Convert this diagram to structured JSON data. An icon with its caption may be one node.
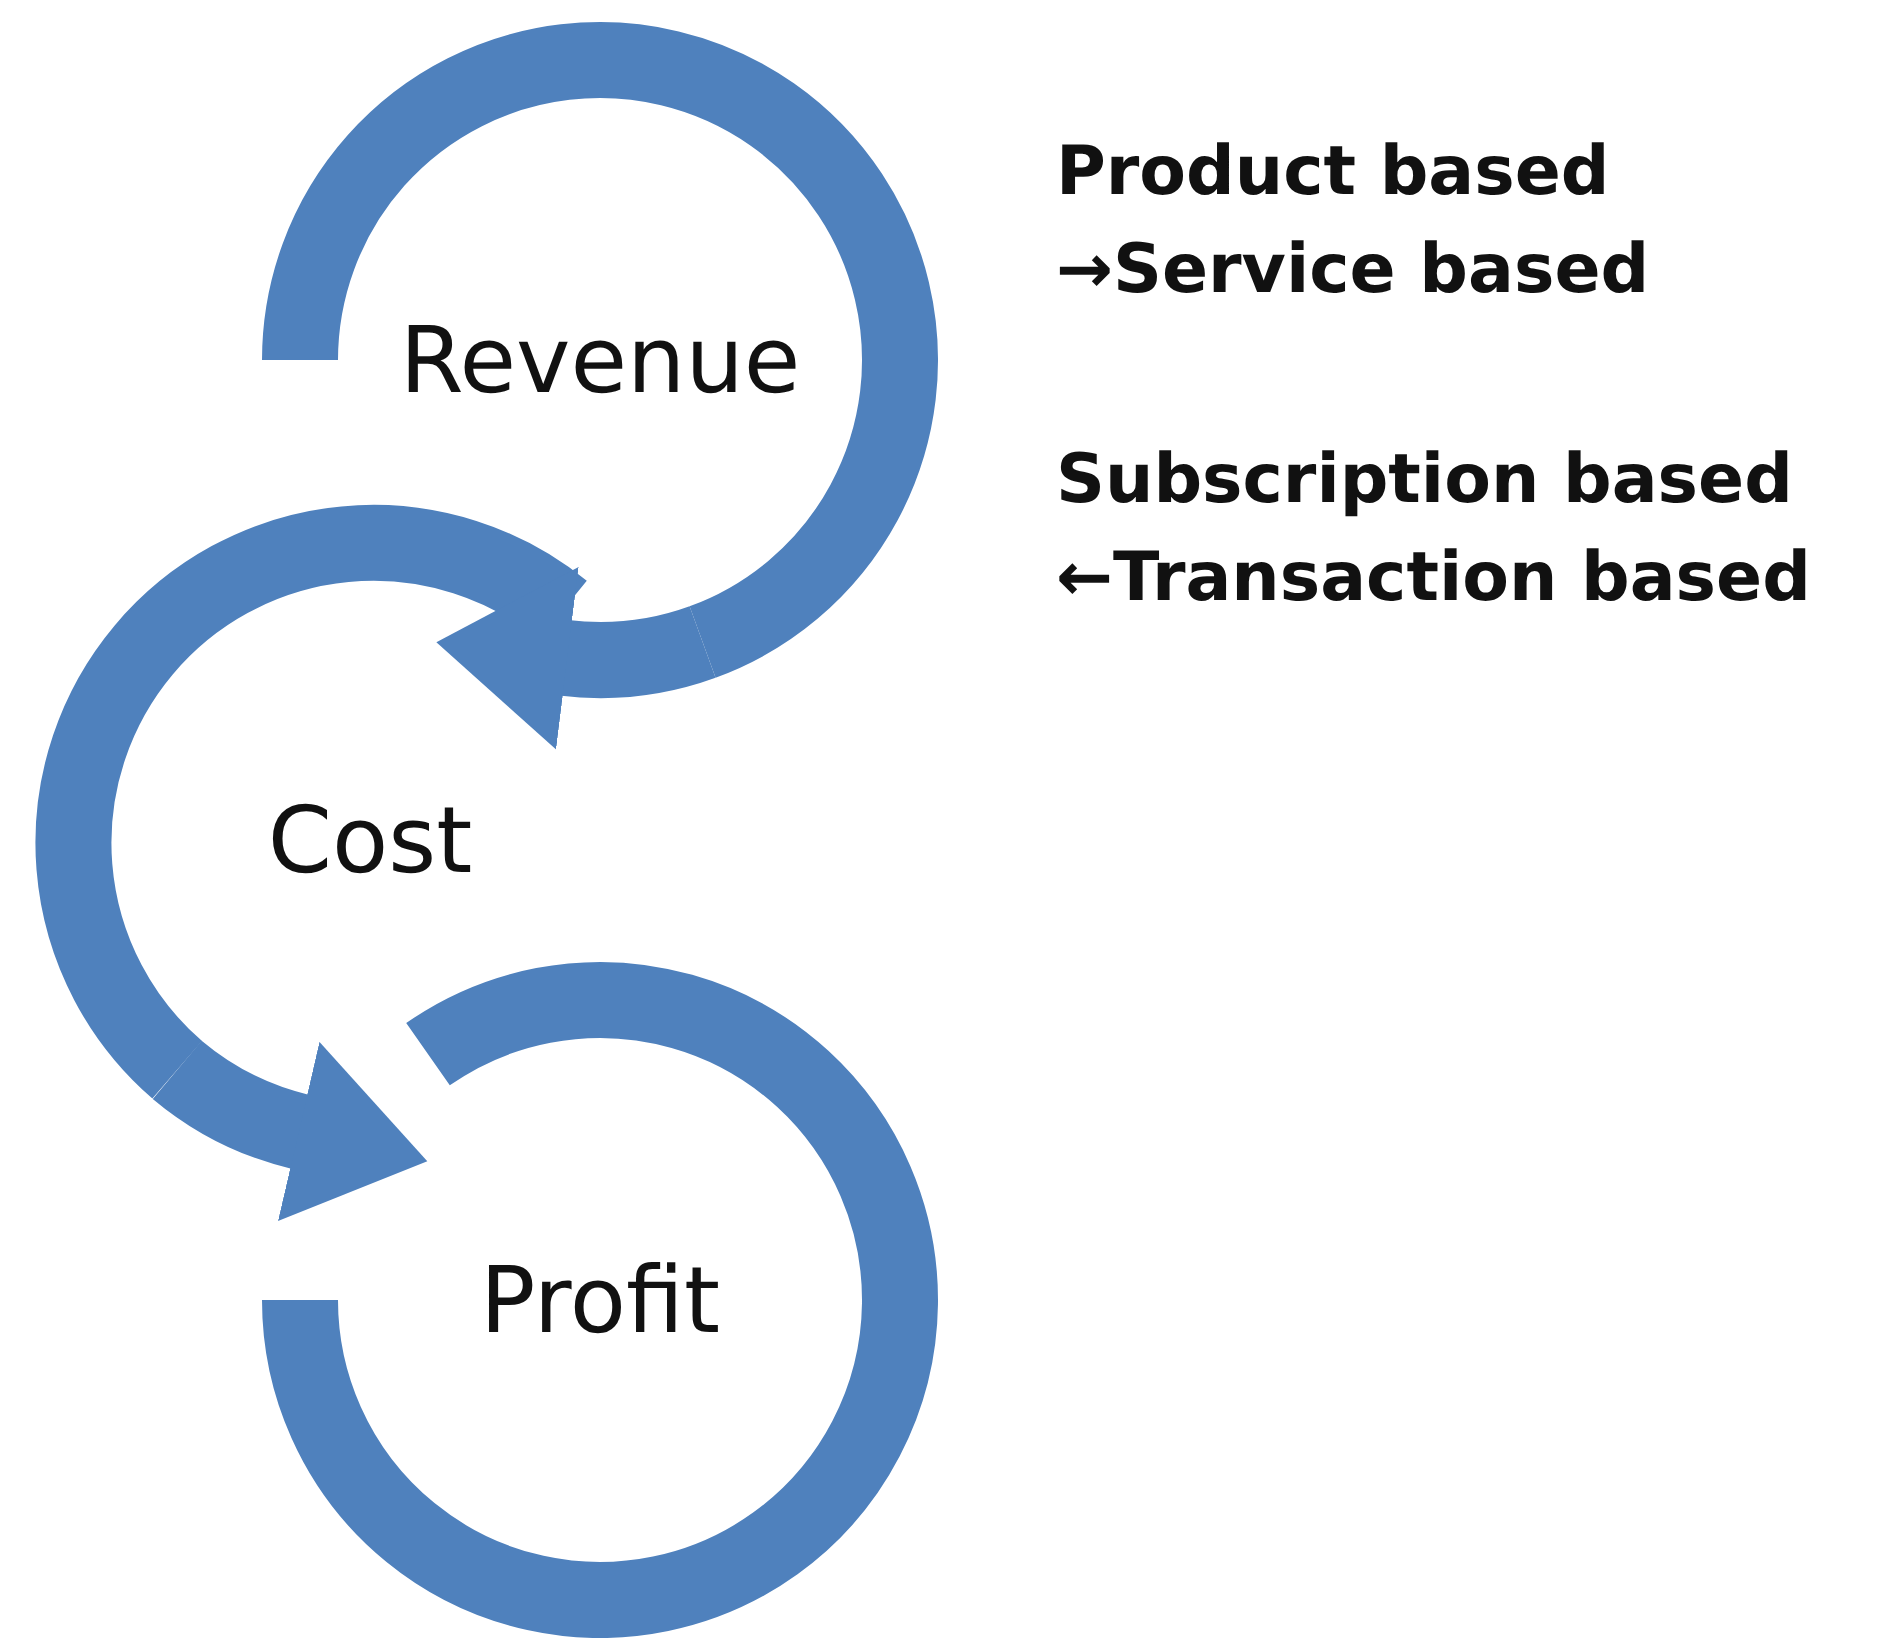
{
  "diagram": {
    "nodes": [
      {
        "text": [
          "Revenue"
        ]
      },
      {
        "text": [
          "Cost"
        ]
      },
      {
        "text": [
          "Profit"
        ]
      }
    ],
    "edges": [
      {
        "from": 0,
        "to": 1,
        "arrow": "to"
      },
      {
        "from": 1,
        "to": 2,
        "arrow": "to"
      }
    ],
    "labels": [
      "Product based →Service based",
      "Subscription based ←Transaction based"
    ]
  }
}
